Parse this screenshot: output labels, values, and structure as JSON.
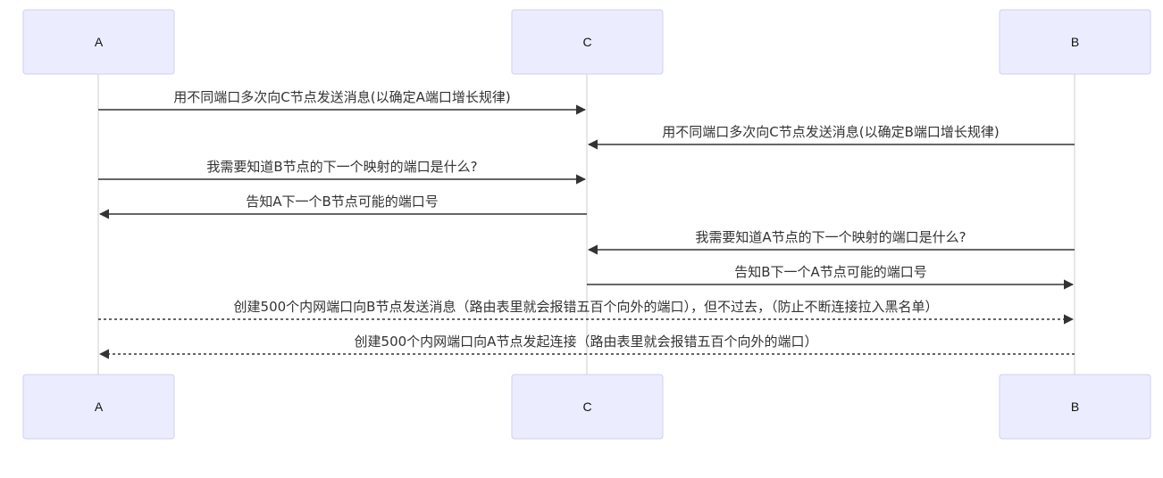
{
  "participants": [
    {
      "id": "A",
      "label": "A"
    },
    {
      "id": "C",
      "label": "C"
    },
    {
      "id": "B",
      "label": "B"
    }
  ],
  "messages": [
    {
      "from": "A",
      "to": "C",
      "style": "solid",
      "text": "用不同端口多次向C节点发送消息(以确定A端口增长规律)"
    },
    {
      "from": "B",
      "to": "C",
      "style": "solid",
      "text": "用不同端口多次向C节点发送消息(以确定B端口增长规律)"
    },
    {
      "from": "A",
      "to": "C",
      "style": "solid",
      "text": "我需要知道B节点的下一个映射的端口是什么?"
    },
    {
      "from": "C",
      "to": "A",
      "style": "solid",
      "text": "告知A下一个B节点可能的端口号"
    },
    {
      "from": "B",
      "to": "C",
      "style": "solid",
      "text": "我需要知道A节点的下一个映射的端口是什么?"
    },
    {
      "from": "C",
      "to": "B",
      "style": "solid",
      "text": "告知B下一个A节点可能的端口号"
    },
    {
      "from": "A",
      "to": "B",
      "style": "dotted",
      "text": "创建500个内网端口向B节点发送消息（路由表里就会报错五百个向外的端口），但不过去，（防止不断连接拉入黑名单）"
    },
    {
      "from": "B",
      "to": "A",
      "style": "dotted",
      "text": "创建500个内网端口向A节点发起连接（路由表里就会报错五百个向外的端口）"
    }
  ]
}
